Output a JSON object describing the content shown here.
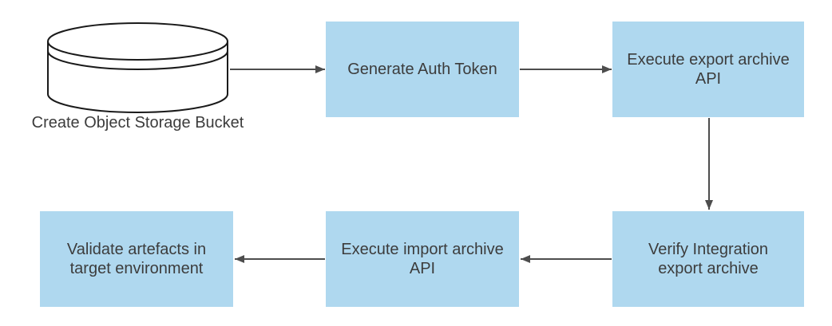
{
  "diagram": {
    "type": "flowchart",
    "colors": {
      "background": "#FFFFFF",
      "node_fill": "#AFD8EF",
      "text": "#3C3C3C",
      "arrow": "#4D4D4D",
      "cylinder_stroke": "#1A1A1A",
      "cylinder_fill": "#FFFFFF"
    },
    "cylinder": {
      "shape": "database-cylinder",
      "label": "Create Object Storage Bucket"
    },
    "nodes": [
      {
        "id": "generate-auth-token",
        "label": "Generate Auth Token",
        "lines": [
          "Generate Auth Token",
          ""
        ]
      },
      {
        "id": "execute-export-archive-api",
        "label": "Execute export archive API",
        "lines": [
          "Execute export archive",
          "API"
        ]
      },
      {
        "id": "verify-integration-export-archive",
        "label": "Verify Integration export archive",
        "lines": [
          "Verify Integration",
          "export archive"
        ]
      },
      {
        "id": "execute-import-archive-api",
        "label": "Execute import archive API",
        "lines": [
          "Execute import archive",
          "API"
        ]
      },
      {
        "id": "validate-artefacts-target-environment",
        "label": "Validate artefacts in target environment",
        "lines": [
          "Validate artefacts in",
          "target environment"
        ]
      }
    ],
    "edges": [
      {
        "from": "create-object-storage-bucket",
        "to": "generate-auth-token",
        "direction": "right"
      },
      {
        "from": "generate-auth-token",
        "to": "execute-export-archive-api",
        "direction": "right"
      },
      {
        "from": "execute-export-archive-api",
        "to": "verify-integration-export-archive",
        "direction": "down"
      },
      {
        "from": "verify-integration-export-archive",
        "to": "execute-import-archive-api",
        "direction": "left"
      },
      {
        "from": "execute-import-archive-api",
        "to": "validate-artefacts-target-environment",
        "direction": "left"
      }
    ]
  }
}
